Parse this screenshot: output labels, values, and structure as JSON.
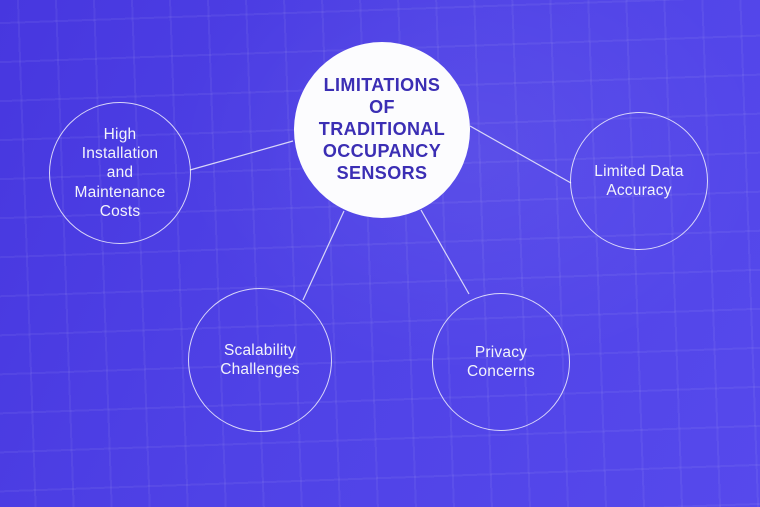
{
  "colors": {
    "background_start": "#4737df",
    "background_mid": "#4f42e6",
    "background_end": "#5649ec",
    "grid_line": "rgba(255,255,255,0.055)",
    "center_fill": "#fcfcfe",
    "center_text": "#3b2eb4",
    "node_border": "rgba(255,255,255,0.78)",
    "node_text": "#f2f3fb",
    "connector": "rgba(240,240,252,0.85)"
  },
  "diagram": {
    "center_node": {
      "label_lines": [
        "LIMITATIONS",
        "OF",
        "TRADITIONAL",
        "OCCUPANCY",
        "SENSORS"
      ],
      "label_text": "LIMITATIONS OF TRADITIONAL OCCUPANCY SENSORS"
    },
    "nodes": [
      {
        "id": "high-installation-maintenance-costs",
        "label_lines": [
          "High",
          "Installation",
          "and",
          "Maintenance",
          "Costs"
        ],
        "label_text": "High Installation and Maintenance Costs"
      },
      {
        "id": "limited-data-accuracy",
        "label_lines": [
          "Limited Data",
          "Accuracy"
        ],
        "label_text": "Limited Data Accuracy"
      },
      {
        "id": "scalability-challenges",
        "label_lines": [
          "Scalability",
          "Challenges"
        ],
        "label_text": "Scalability Challenges"
      },
      {
        "id": "privacy-concerns",
        "label_lines": [
          "Privacy",
          "Concerns"
        ],
        "label_text": "Privacy Concerns"
      }
    ]
  }
}
